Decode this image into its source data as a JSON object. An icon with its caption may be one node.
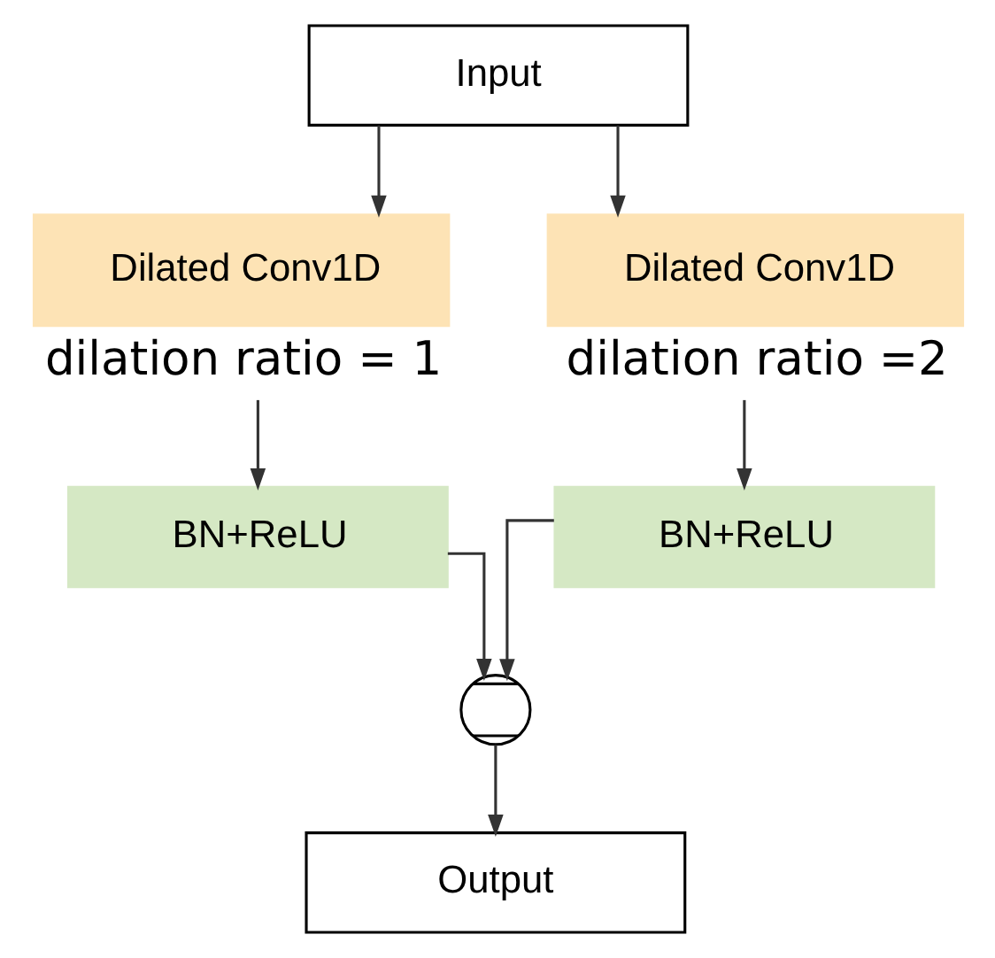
{
  "diagram": {
    "nodes": [
      {
        "text": [
          "Input"
        ]
      },
      {
        "text": [
          "Dilated Conv1D"
        ],
        "beside": [
          "dilation ratio = 1"
        ]
      },
      {
        "text": [
          "Dilated Conv1D"
        ],
        "beside": [
          "dilation ratio =2"
        ]
      },
      {
        "text": [
          "BN+ReLU"
        ]
      },
      {
        "text": [
          "BN+ReLU"
        ]
      },
      {
        "text": [],
        "shape": "circle"
      },
      {
        "text": [
          "Output"
        ]
      }
    ],
    "edges": [
      {
        "from": 0,
        "to": 1,
        "arrow": "to"
      },
      {
        "from": 0,
        "to": 2,
        "arrow": "to"
      },
      {
        "from": 1,
        "to": 3,
        "arrow": "to"
      },
      {
        "from": 2,
        "to": 4,
        "arrow": "to"
      },
      {
        "from": 3,
        "to": 5,
        "arrow": "to"
      },
      {
        "from": 4,
        "to": 5,
        "arrow": "to"
      },
      {
        "from": 5,
        "to": 6,
        "arrow": "to"
      }
    ]
  }
}
